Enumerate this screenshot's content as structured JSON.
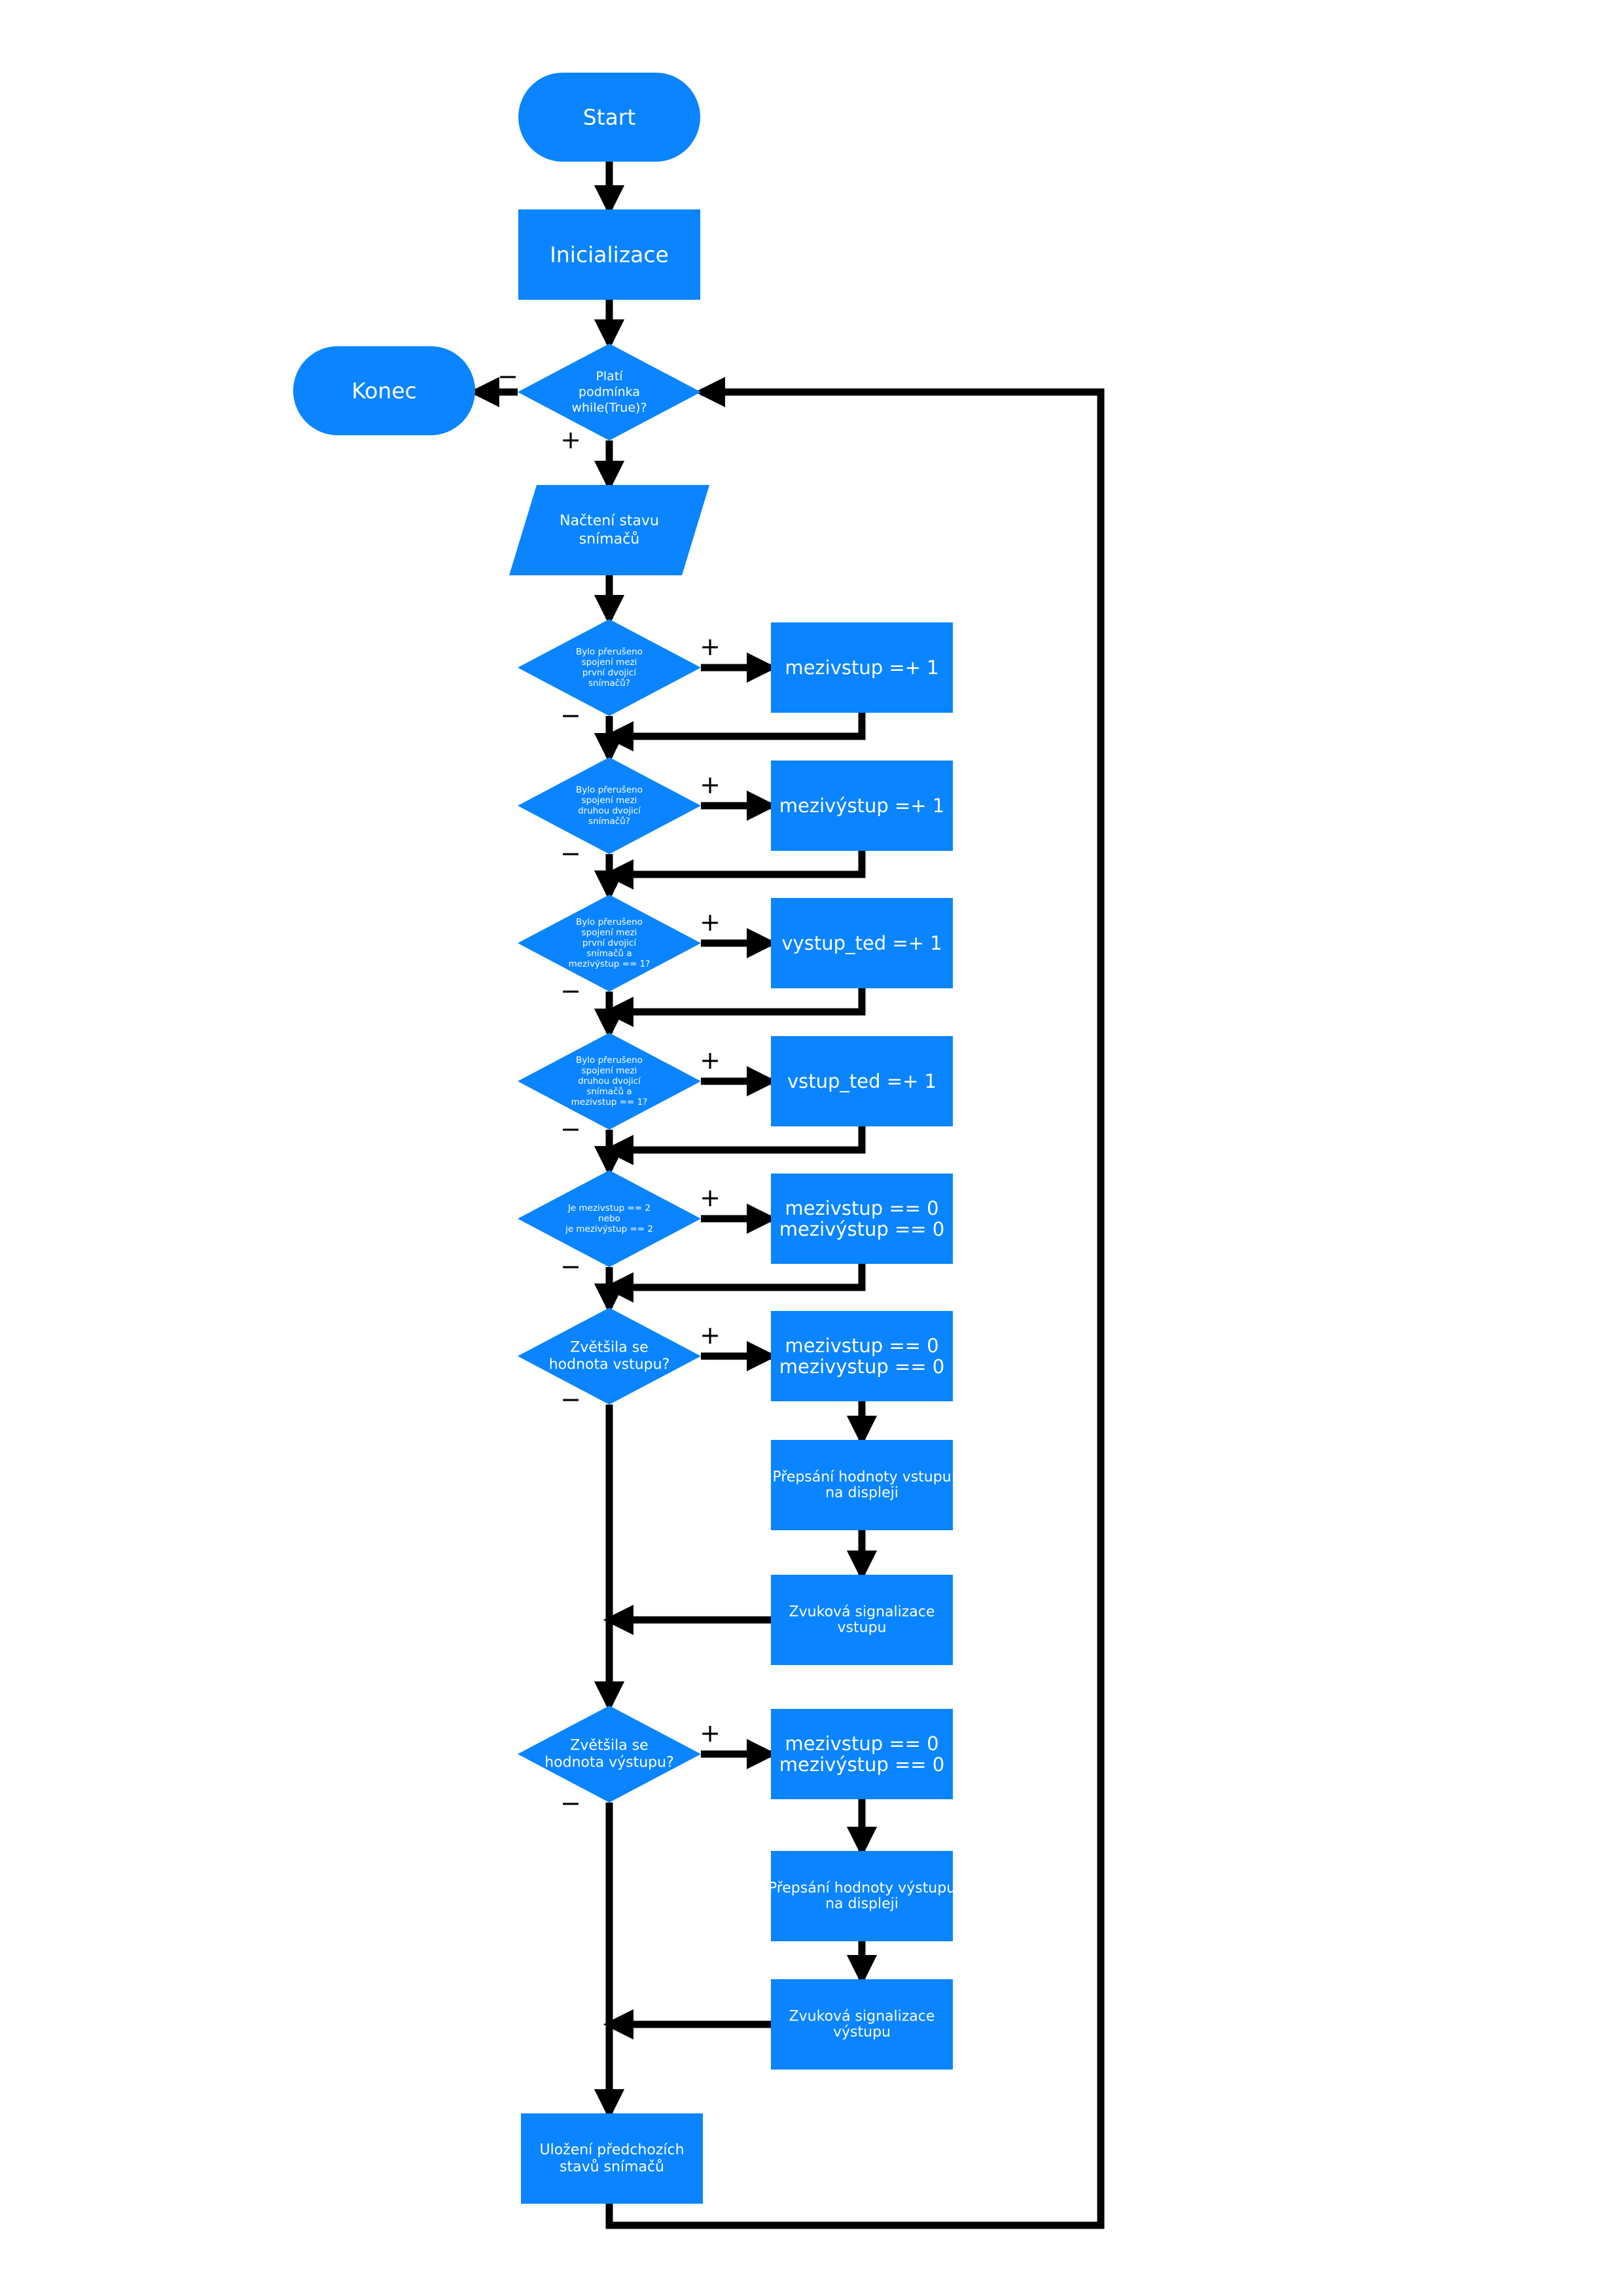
{
  "colors": {
    "shape_fill": "#0a84ff",
    "connector": "#000000",
    "label_text": "#ffffff"
  },
  "signs": {
    "yes": "+",
    "no": "−"
  },
  "nodes": {
    "start": [
      "Start"
    ],
    "init": [
      "Inicializace"
    ],
    "loop_check": [
      "Platí",
      "podmínka",
      "while(True)?"
    ],
    "end": [
      "Konec"
    ],
    "read_sensors": [
      "Načtení stavu",
      "snímačů"
    ],
    "q1": [
      "Bylo přerušeno",
      "spojení mezi",
      "první dvojicí",
      "snímačů?"
    ],
    "a1": [
      "mezivstup =+ 1"
    ],
    "q2": [
      "Bylo přerušeno",
      "spojení mezi",
      "druhou dvojicí",
      "snímačů?"
    ],
    "a2": [
      "mezivýstup =+ 1"
    ],
    "q3": [
      "Bylo přerušeno",
      "spojení mezi",
      "první dvojicí",
      "snímačů a",
      "mezivýstup == 1?"
    ],
    "a3": [
      "vystup_ted =+ 1"
    ],
    "q4": [
      "Bylo přerušeno",
      "spojení mezi",
      "druhou dvojicí",
      "snímačů a",
      "mezivstup == 1?"
    ],
    "a4": [
      "vstup_ted =+ 1"
    ],
    "q5": [
      "Je mezivstup == 2",
      "nebo",
      "je mezivýstup == 2"
    ],
    "a5": [
      "mezivstup == 0",
      "mezivýstup == 0"
    ],
    "q6": [
      "Zvětšila se",
      "hodnota vstupu?"
    ],
    "a6": [
      "mezivstup == 0",
      "mezivystup == 0"
    ],
    "a6_display": [
      "Přepsání hodnoty vstupu",
      "na displeji"
    ],
    "a6_sound": [
      "Zvuková signalizace",
      "vstupu"
    ],
    "q7": [
      "Zvětšila se",
      "hodnota výstupu?"
    ],
    "a7": [
      "mezivstup == 0",
      "mezivýstup == 0"
    ],
    "a7_display": [
      "Přepsání hodnoty výstupu",
      "na displeji"
    ],
    "a7_sound": [
      "Zvuková signalizace",
      "výstupu"
    ],
    "save_state": [
      "Uložení předchozích",
      "stavů snímačů"
    ]
  }
}
